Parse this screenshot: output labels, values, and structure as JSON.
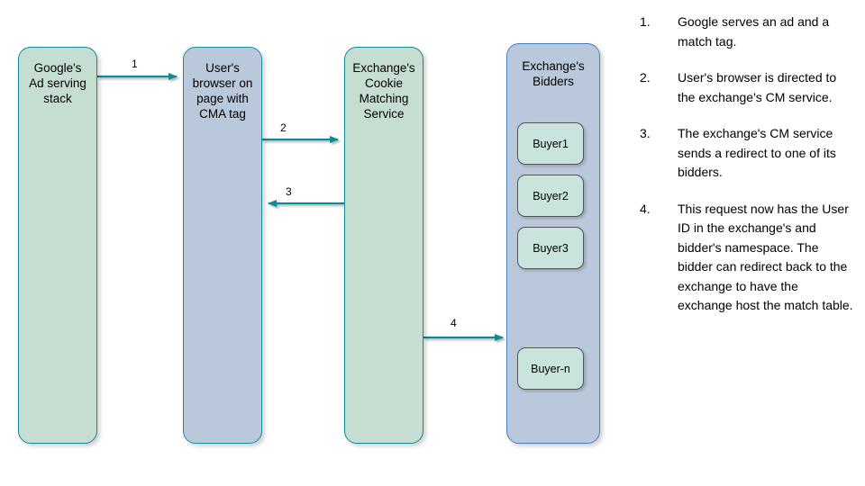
{
  "diagram": {
    "nodes": [
      {
        "id": "google",
        "label": "Google's\nAd serving\nstack"
      },
      {
        "id": "browser",
        "label": "User's\nbrowser on\npage with\nCMA tag"
      },
      {
        "id": "cms",
        "label": "Exchange's\nCookie\nMatching\nService"
      },
      {
        "id": "bidders",
        "label": "Exchange's\nBidders"
      }
    ],
    "buyers": [
      {
        "label": "Buyer1"
      },
      {
        "label": "Buyer2"
      },
      {
        "label": "Buyer3"
      },
      {
        "label": "Buyer-n"
      }
    ],
    "arrows": [
      {
        "number": "1",
        "from": "google",
        "to": "browser",
        "direction": "right"
      },
      {
        "number": "2",
        "from": "browser",
        "to": "cms",
        "direction": "right"
      },
      {
        "number": "3",
        "from": "cms",
        "to": "browser",
        "direction": "left"
      },
      {
        "number": "4",
        "from": "cms",
        "to": "bidders",
        "direction": "right"
      }
    ],
    "colors": {
      "green_fill": "#c5ded1",
      "green_border": "#0f8a96",
      "blue_fill": "#b9c8db",
      "blue_border": "#4a7fc1",
      "buyer_fill": "#c9e4dd",
      "buyer_border": "#555555",
      "arrow": "#0f8a96"
    }
  },
  "steps": [
    {
      "number": "1.",
      "text": "Google serves an ad and a match tag."
    },
    {
      "number": "2.",
      "text": "User's browser is directed to the exchange's CM service."
    },
    {
      "number": "3.",
      "text": "The exchange's CM service sends a redirect to one of its bidders."
    },
    {
      "number": "4.",
      "text": "This request now has the User ID in the exchange's and bidder's namespace. The bidder can redirect back to the exchange to have the exchange host the match table."
    }
  ]
}
